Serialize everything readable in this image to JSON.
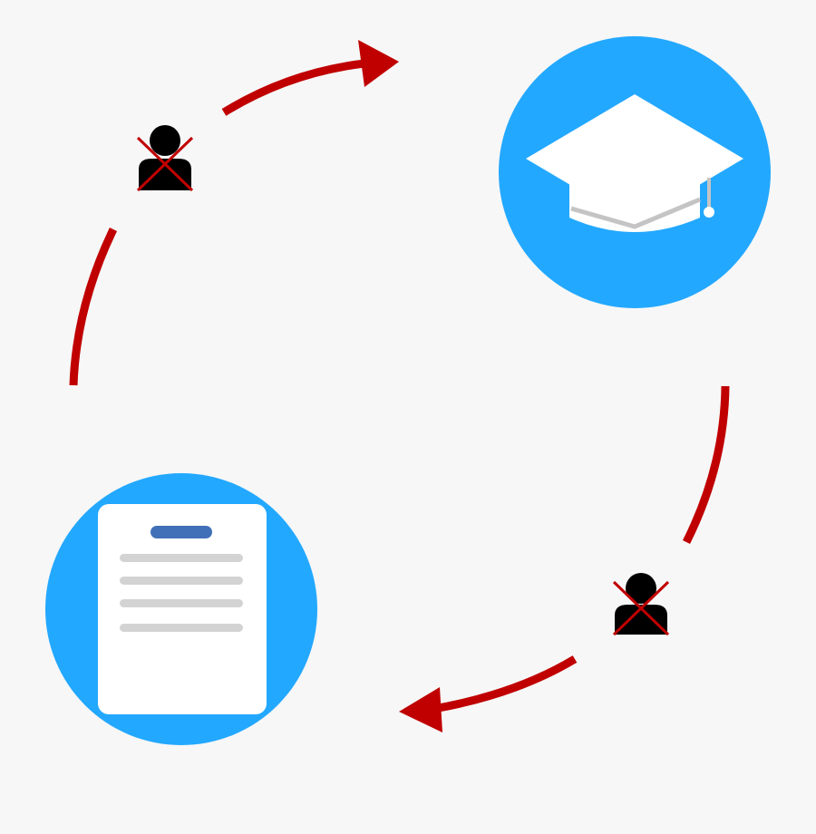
{
  "diagram": {
    "type": "cycle",
    "nodes": [
      {
        "icon": "graduation-cap-icon"
      },
      {
        "icon": "document-icon"
      }
    ],
    "edges": [
      {
        "from": "document-icon",
        "to": "graduation-cap-icon",
        "marker": "no-person-icon",
        "direction": "clockwise"
      },
      {
        "from": "graduation-cap-icon",
        "to": "document-icon",
        "marker": "no-person-icon",
        "direction": "clockwise"
      }
    ]
  },
  "colors": {
    "background": "#f7f7f7",
    "circle": "#23a8ff",
    "arrow": "#c00000",
    "cap": "#ffffff",
    "cap_shadow": "#c4c4c4",
    "document": "#ffffff",
    "doc_title_bar": "#4270b8",
    "doc_lines": "#d3d3d3",
    "person": "#000000",
    "cross": "#c00000"
  }
}
